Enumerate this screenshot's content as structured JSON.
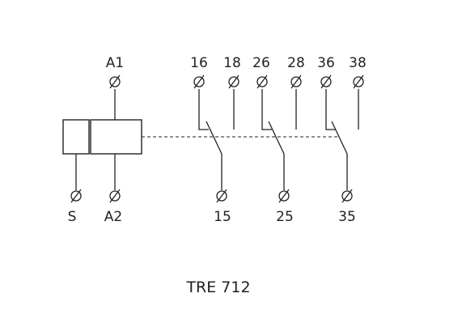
{
  "terminals": {
    "A1": "A1",
    "S": "S",
    "A2": "A2",
    "t16": "16",
    "t18": "18",
    "t26": "26",
    "t28": "28",
    "t36": "36",
    "t38": "38",
    "t15": "15",
    "t25": "25",
    "t35": "35"
  },
  "caption": "TRE 712"
}
